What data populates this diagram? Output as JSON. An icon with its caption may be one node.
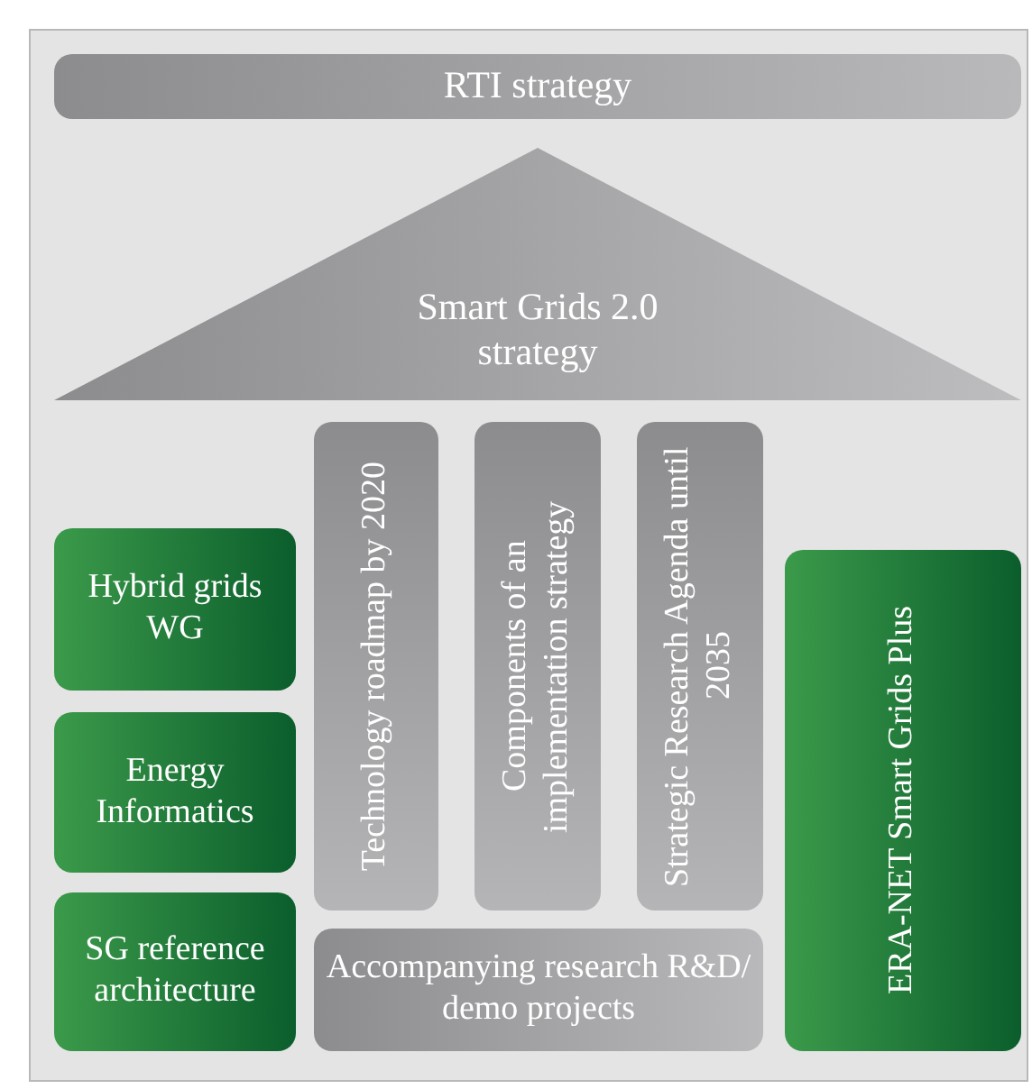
{
  "diagram": {
    "nodes": [
      {
        "text": [
          "RTI strategy"
        ]
      },
      {
        "text": [
          "Smart Grids 2.0 strategy"
        ]
      },
      {
        "text": [
          "Technology roadmap by 2020"
        ]
      },
      {
        "text": [
          "Components of an implementation strategy"
        ]
      },
      {
        "text": [
          "Strategic Research Agenda until 2035"
        ]
      },
      {
        "text": [
          "Hybrid grids WG"
        ]
      },
      {
        "text": [
          "Energy Informatics"
        ]
      },
      {
        "text": [
          "SG reference architecture"
        ]
      },
      {
        "text": [
          "Accompanying research R&D/ demo projects"
        ]
      },
      {
        "text": [
          "ERA-NET Smart Grids Plus"
        ]
      }
    ],
    "edges": []
  }
}
